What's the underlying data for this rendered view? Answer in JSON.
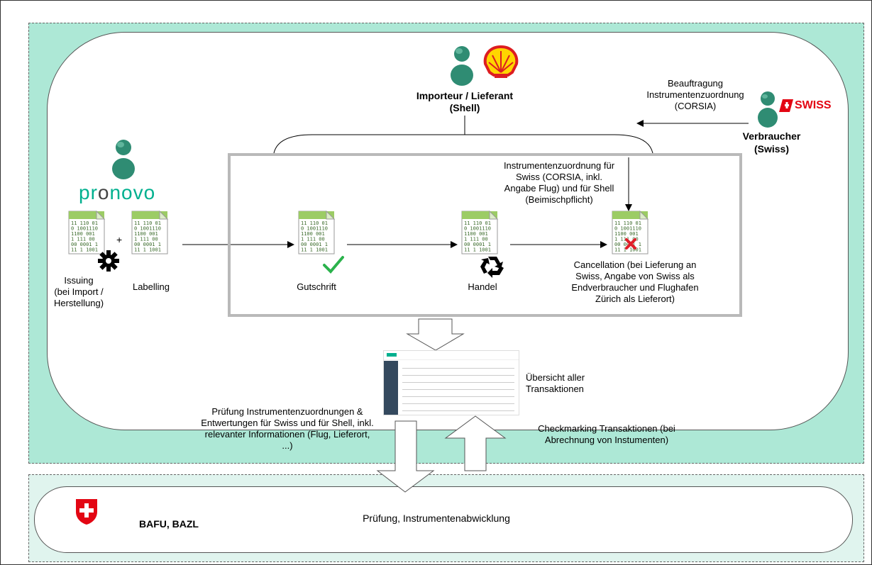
{
  "actors": {
    "importer": {
      "title": "Importeur / Lieferant",
      "sub": "(Shell)"
    },
    "consumer": {
      "title": "Verbraucher",
      "sub": "(Swiss)"
    },
    "swiss_logo_text": "SWISS",
    "pronovo_logo": {
      "pro": "pr",
      "o": "o",
      "rest": "novo"
    }
  },
  "labels": {
    "beauftragung": [
      "Beauftragung",
      "Instrumentenzuordnung",
      "(CORSIA)"
    ],
    "zuordnung": [
      "Instrumentenzuordnung für",
      "Swiss (CORSIA, inkl.",
      "Angabe Flug) und für Shell",
      "(Beimischpflicht)"
    ],
    "issuing": [
      "Issuing",
      "(bei Import /",
      "Herstellung)"
    ],
    "labelling": "Labelling",
    "plus": "+",
    "gutschrift": "Gutschrift",
    "handel": "Handel",
    "cancellation": [
      "Cancellation (bei Lieferung an",
      "Swiss, Angabe von Swiss als",
      "Endverbraucher und Flughafen",
      "Zürich als Lieferort)"
    ],
    "uebersicht": [
      "Übersicht aller",
      "Transaktionen"
    ],
    "pruefung": [
      "Prüfung Instrumentenzuordnungen &",
      "Entwertungen für Swiss und für Shell, inkl.",
      "relevanter Informationen (Flug, Lieferort,",
      "...)"
    ],
    "checkmarking": [
      "Checkmarking Transaktionen (bei",
      "Abrechnung von Instumenten)"
    ],
    "authority": "BAFU, BAZL",
    "authority_task": "Prüfung, Instrumentenabwicklung"
  },
  "doc_code_lines": [
    "11  110  01",
    "0  1001110",
    "1100  001",
    "1  111  00",
    "00  0001  1",
    "11  1  1001"
  ],
  "colors": {
    "person": "#2f8c73",
    "person_light": "#6cbfa6",
    "green_check": "#2bb24c",
    "red_x": "#e0202a",
    "swiss_red": "#e30613",
    "shell_yellow": "#ffd500",
    "shell_red": "#dd1d21"
  }
}
